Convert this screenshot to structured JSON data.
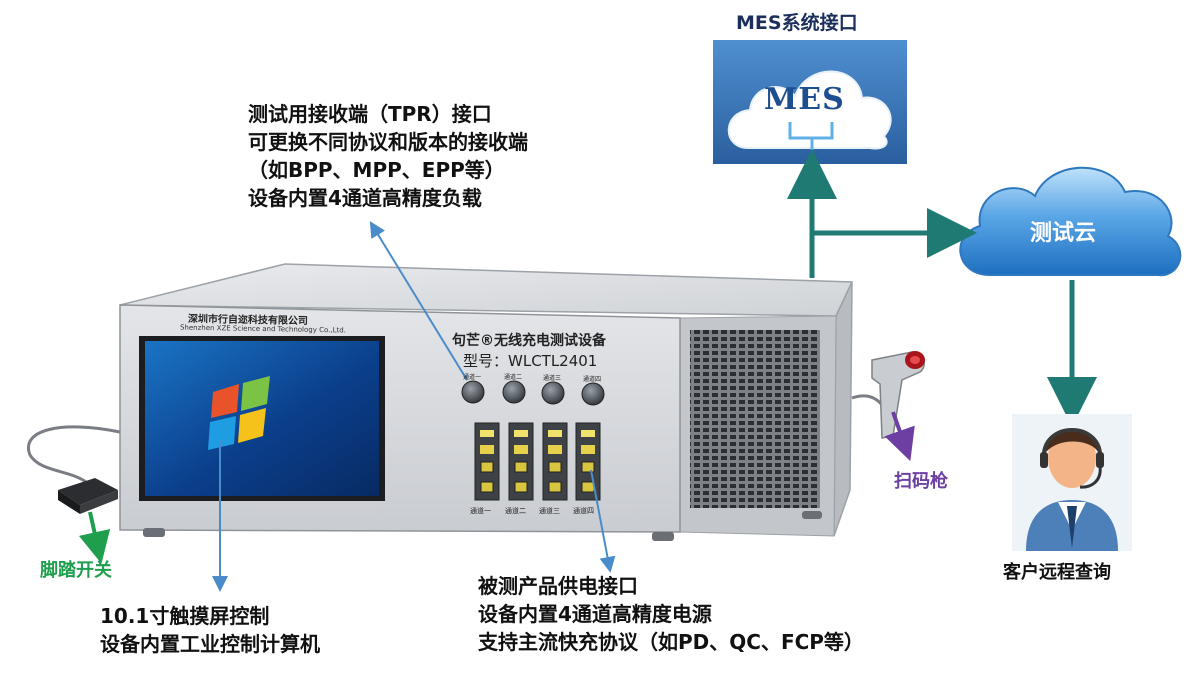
{
  "mes": {
    "title": "MES系统接口",
    "logo": "MES"
  },
  "cloud": {
    "label": "测试云"
  },
  "customer": {
    "label": "客户远程查询"
  },
  "scanner": {
    "label": "扫码枪"
  },
  "footswitch": {
    "label": "脚踏开关"
  },
  "device": {
    "company_cn": "深圳市行自迩科技有限公司",
    "company_en": "Shenzhen XZE Science and Technology Co.,Ltd.",
    "product_name": "句芒®无线充电测试设备",
    "model": "型号：WLCTL2401",
    "knob_labels": [
      "通道一",
      "通道二",
      "通道三",
      "通道四"
    ],
    "channel_labels": [
      "通道一",
      "通道二",
      "通道三",
      "通道四"
    ]
  },
  "callouts": {
    "tpr": [
      "测试用接收端（TPR）接口",
      "可更换不同协议和版本的接收端",
      "（如BPP、MPP、EPP等）",
      "设备内置4通道高精度负载"
    ],
    "screen": [
      "10.1寸触摸屏控制",
      "设备内置工业控制计算机"
    ],
    "power": [
      "被测产品供电接口",
      "设备内置4通道高精度电源",
      "支持主流快充协议（如PD、QC、FCP等）"
    ]
  },
  "colors": {
    "teal_connector": "#1f7a74",
    "blue_pointer": "#4a8cc9",
    "purple_arrow": "#6d3fa2",
    "green_arrow": "#1f9e4e",
    "cloud_blue": "#3f8fd8"
  }
}
